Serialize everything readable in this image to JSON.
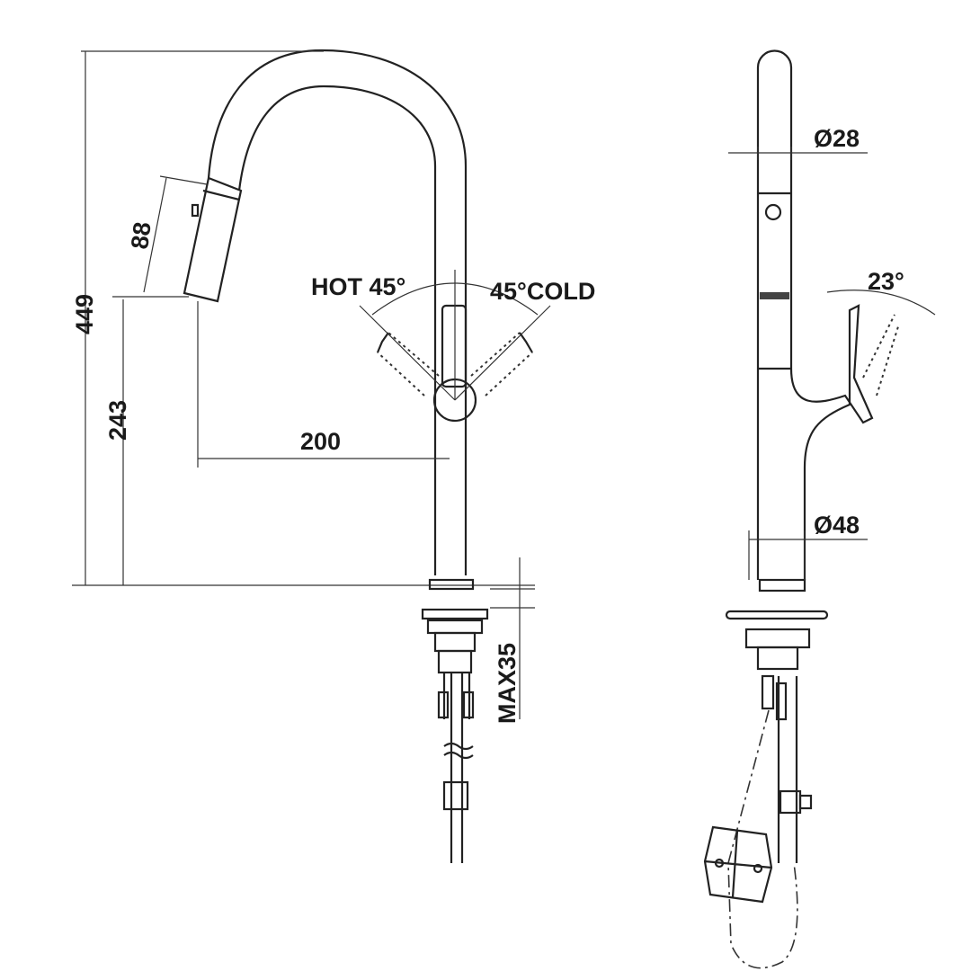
{
  "front_view": {
    "dim_total_height": "449",
    "dim_spout_height": "243",
    "dim_spout_head": "88",
    "dim_reach": "200",
    "dim_max_deck": "MAX35",
    "hot_label": "HOT 45°",
    "cold_label": "45°COLD"
  },
  "side_view": {
    "dim_spout_diameter": "Ø28",
    "dim_body_diameter": "Ø48",
    "lever_angle": "23°"
  },
  "colors": {
    "line": "#222222",
    "background": "#ffffff"
  }
}
